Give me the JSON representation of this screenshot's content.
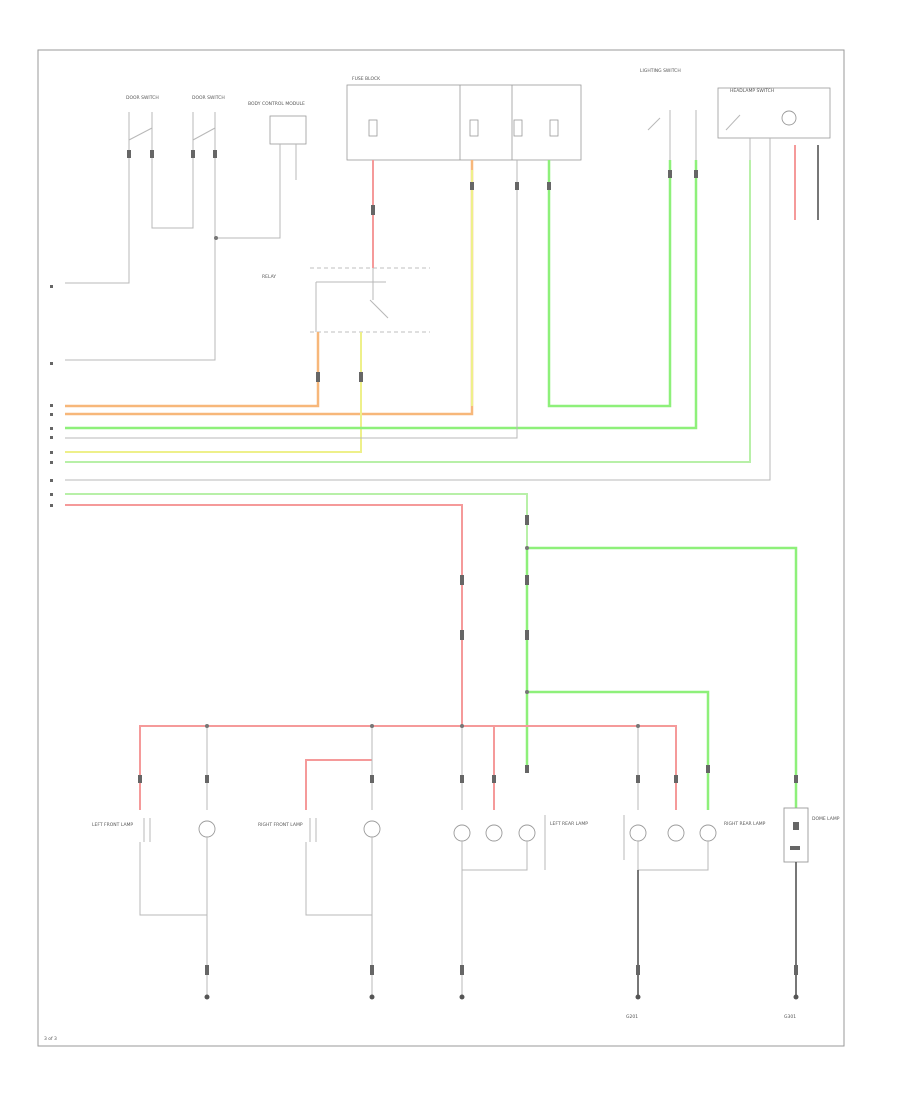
{
  "colors": {
    "red": "#f59a9a",
    "green": "#8ef07a",
    "light_green": "#b8f0a8",
    "orange": "#f7b77a",
    "yellow": "#eef08a",
    "gray": "#b8b8b8",
    "black": "#555555"
  },
  "top_components": [
    {
      "id": "sensor1",
      "label": "DOOR SWITCH"
    },
    {
      "id": "sensor2",
      "label": "DOOR SWITCH"
    },
    {
      "id": "module",
      "label": "BODY CONTROL MODULE"
    },
    {
      "id": "fuse_block",
      "label": "FUSE BLOCK"
    },
    {
      "id": "switch1",
      "label": "LIGHTING SWITCH"
    },
    {
      "id": "switch2",
      "label": "HEADLAMP SWITCH"
    }
  ],
  "center_component": {
    "label": "RELAY"
  },
  "lamps": [
    {
      "id": "lamp-left-front",
      "label": "LEFT FRONT LAMP"
    },
    {
      "id": "lamp-right-front",
      "label": "RIGHT FRONT LAMP"
    },
    {
      "id": "lamp-center",
      "label": "LEFT REAR LAMP"
    },
    {
      "id": "lamp-right-rear",
      "label": "RIGHT REAR LAMP"
    },
    {
      "id": "lamp-dome",
      "label": "DOME LAMP"
    }
  ],
  "grounds": [
    {
      "id": "ground-left",
      "label": "G201"
    },
    {
      "id": "ground-right",
      "label": "G301"
    }
  ],
  "footer": {
    "page_mark": "3 of 3"
  }
}
